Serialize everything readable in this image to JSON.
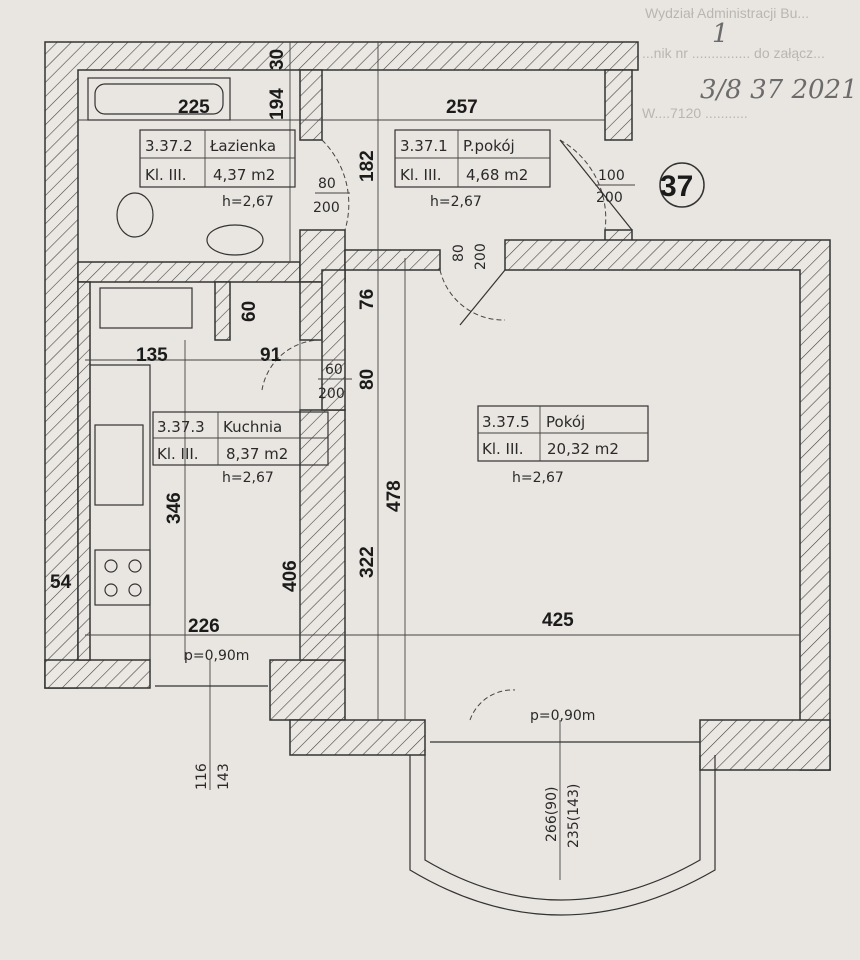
{
  "stamp": {
    "office": "Wydział Administracji Bu...",
    "line2": "...nik nr ............... do załącz...",
    "line3": "W....7120 ...........",
    "handwritten_ref": "3/8 37 2021",
    "handwritten_mark": "1"
  },
  "unit_number": "37",
  "rooms": [
    {
      "id": "3.37.2",
      "name": "Łazienka",
      "class": "Kl. III.",
      "area": "4,37 m2",
      "height": "h=2,67"
    },
    {
      "id": "3.37.1",
      "name": "P.pokój",
      "class": "Kl. III.",
      "area": "4,68 m2",
      "height": "h=2,67"
    },
    {
      "id": "3.37.3",
      "name": "Kuchnia",
      "class": "Kl. III.",
      "area": "8,37 m2",
      "height": "h=2,67"
    },
    {
      "id": "3.37.5",
      "name": "Pokój",
      "class": "Kl. III.",
      "area": "20,32 m2",
      "height": "h=2,67"
    }
  ],
  "dimensions": {
    "d30": "30",
    "d194": "194",
    "d225": "225",
    "d257": "257",
    "d182": "182",
    "d60": "60",
    "d76": "76",
    "d135": "135",
    "d91": "91",
    "d80": "80",
    "d346": "346",
    "d406": "406",
    "d322": "322",
    "d478": "478",
    "d425": "425",
    "d226": "226",
    "d54": "54",
    "d116": "116",
    "d143": "143",
    "d266": "266(90)",
    "d235": "235(143)"
  },
  "doors": {
    "bath": {
      "w": "80",
      "h": "200"
    },
    "entry": {
      "w": "100",
      "h": "200"
    },
    "room": {
      "w": "80",
      "h": "200"
    },
    "kitchen": {
      "w": "60",
      "h": "200"
    }
  },
  "windows": {
    "kitchen": "p=0,90m",
    "room": "p=0,90m"
  }
}
